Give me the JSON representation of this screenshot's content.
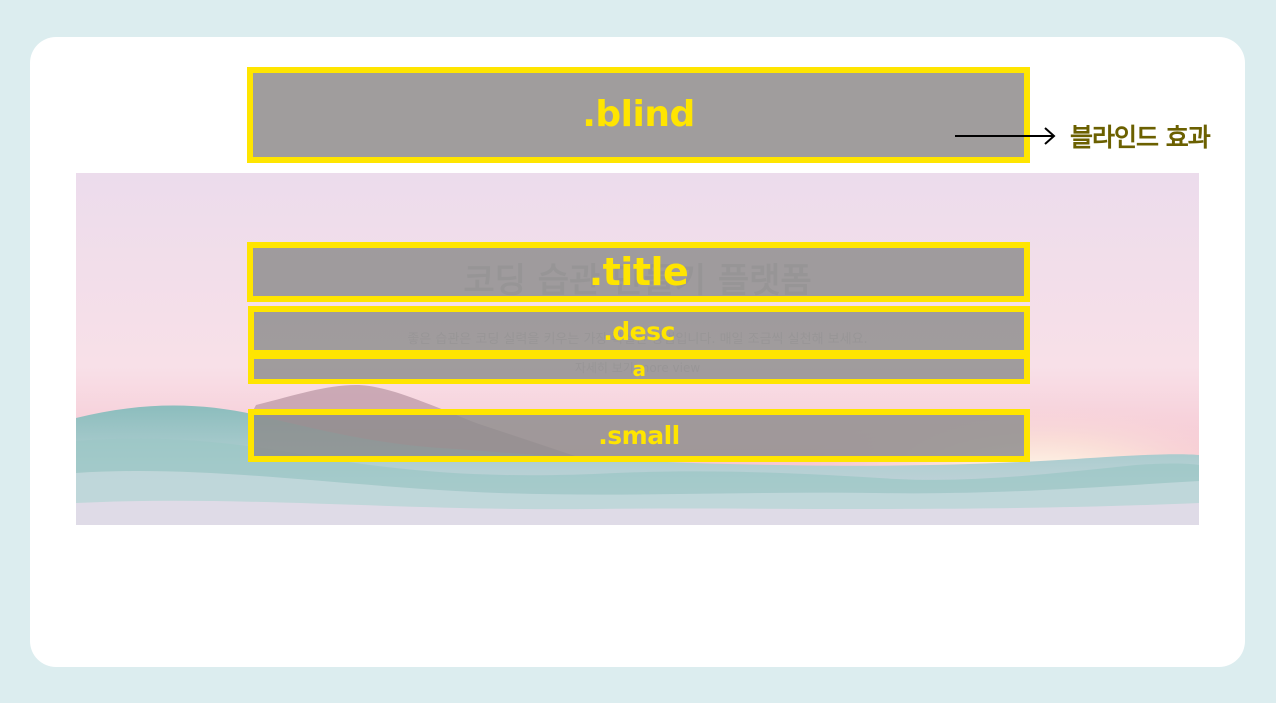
{
  "labels": {
    "blind": ".blind",
    "title": ".title",
    "desc": ".desc",
    "link": "a",
    "small": ".small"
  },
  "annotation": "블라인드 효과",
  "background_text": {
    "title": "코딩 습관 만들기 플랫폼",
    "desc": "좋은 습관은 코딩 실력을 키우는 가장 확실한 방법입니다. 매일 조금씩 실천해 보세요.",
    "link": "자세히 보기 more view"
  },
  "colors": {
    "outer_background": "#dcedef",
    "card": "#ffffff",
    "box_border": "#ffe500",
    "box_fill": "#8c8c8c",
    "label_text": "#ffe500",
    "annotation_text": "#6b6000",
    "arrow": "#000000"
  },
  "icons": {
    "arrow": "right-arrow-icon"
  }
}
